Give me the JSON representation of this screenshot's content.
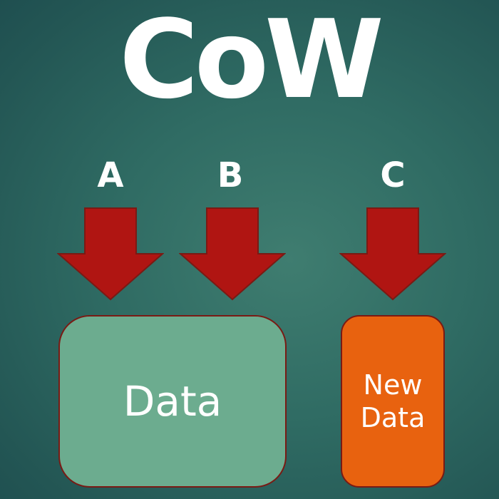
{
  "title": "CoW",
  "pointers": [
    {
      "label": "A"
    },
    {
      "label": "B"
    },
    {
      "label": "C"
    }
  ],
  "blocks": {
    "shared": {
      "label": "Data"
    },
    "copy": {
      "label": "New\nData"
    }
  },
  "colors": {
    "background": "#2f6b63",
    "arrow": "#b01512",
    "arrow_border": "#7a1a14",
    "shared_block": "#6cac8f",
    "copy_block": "#e8620f",
    "text": "#ffffff"
  }
}
